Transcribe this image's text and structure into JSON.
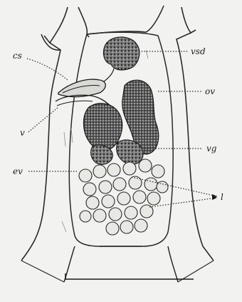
{
  "figure": {
    "labels": {
      "cs": "cs",
      "vsd": "vsd",
      "ov": "ov",
      "v": "v",
      "vg": "vg",
      "ev": "ev",
      "l": "l"
    },
    "colors": {
      "background": "#f2f2f0",
      "line": "#2a2a2a",
      "stipple": "#3b3b3b"
    }
  }
}
